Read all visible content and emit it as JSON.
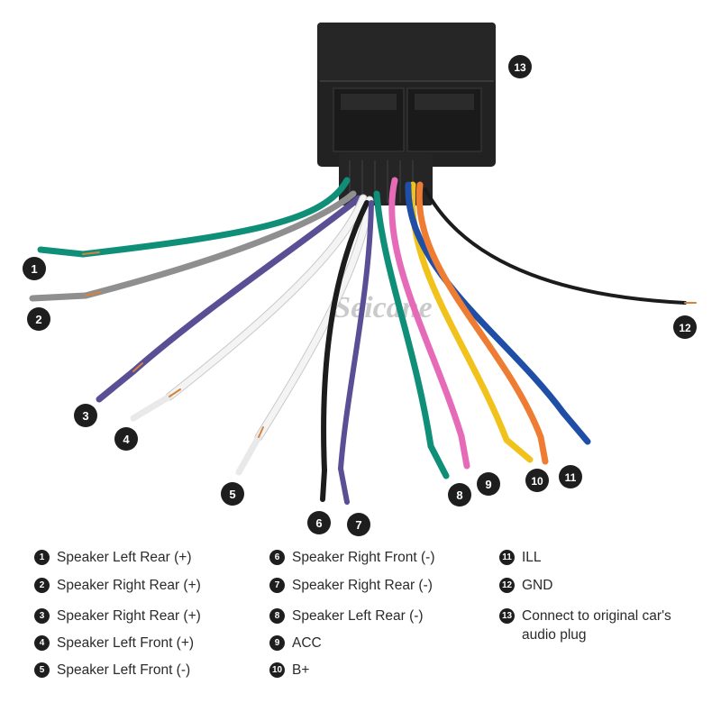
{
  "watermark": "Seicane",
  "colors": {
    "green": "#0f8f78",
    "gray": "#8f8f8f",
    "violet": "#5a4e95",
    "white": "#f4f4f4",
    "black": "#1c1c1c",
    "pink": "#e56bb8",
    "yellow": "#f2c21c",
    "orange": "#ee7d33",
    "blue": "#1f4ea6",
    "copper": "#d7823c",
    "connector": "#232323",
    "badge": "#1e1e1e"
  },
  "wires": [
    {
      "label": "1",
      "color": "green"
    },
    {
      "label": "2",
      "color": "gray"
    },
    {
      "label": "3",
      "color": "violet"
    },
    {
      "label": "4",
      "color": "white"
    },
    {
      "label": "5",
      "color": "white"
    },
    {
      "label": "6",
      "color": "black"
    },
    {
      "label": "7",
      "color": "violet"
    },
    {
      "label": "8",
      "color": "green"
    },
    {
      "label": "9",
      "color": "pink"
    },
    {
      "label": "10",
      "color": "yellow"
    },
    {
      "label": "11",
      "color": "blue"
    },
    {
      "label": "12",
      "color": "black"
    },
    {
      "label": "13",
      "color": "connector"
    }
  ],
  "legend": [
    {
      "num": "1",
      "text": "Speaker Left Rear (+)"
    },
    {
      "num": "2",
      "text": "Speaker Right Rear (+)"
    },
    {
      "num": "3",
      "text": "Speaker Right Rear (+)"
    },
    {
      "num": "4",
      "text": "Speaker Left Front (+)"
    },
    {
      "num": "5",
      "text": "Speaker Left Front (-)"
    },
    {
      "num": "6",
      "text": "Speaker Right Front (-)"
    },
    {
      "num": "7",
      "text": "Speaker Right Rear (-)"
    },
    {
      "num": "8",
      "text": "Speaker Left Rear (-)"
    },
    {
      "num": "9",
      "text": "ACC"
    },
    {
      "num": "10",
      "text": "B+"
    },
    {
      "num": "11",
      "text": "ILL"
    },
    {
      "num": "12",
      "text": "GND"
    },
    {
      "num": "13",
      "text": "Connect to original car's audio plug"
    }
  ]
}
